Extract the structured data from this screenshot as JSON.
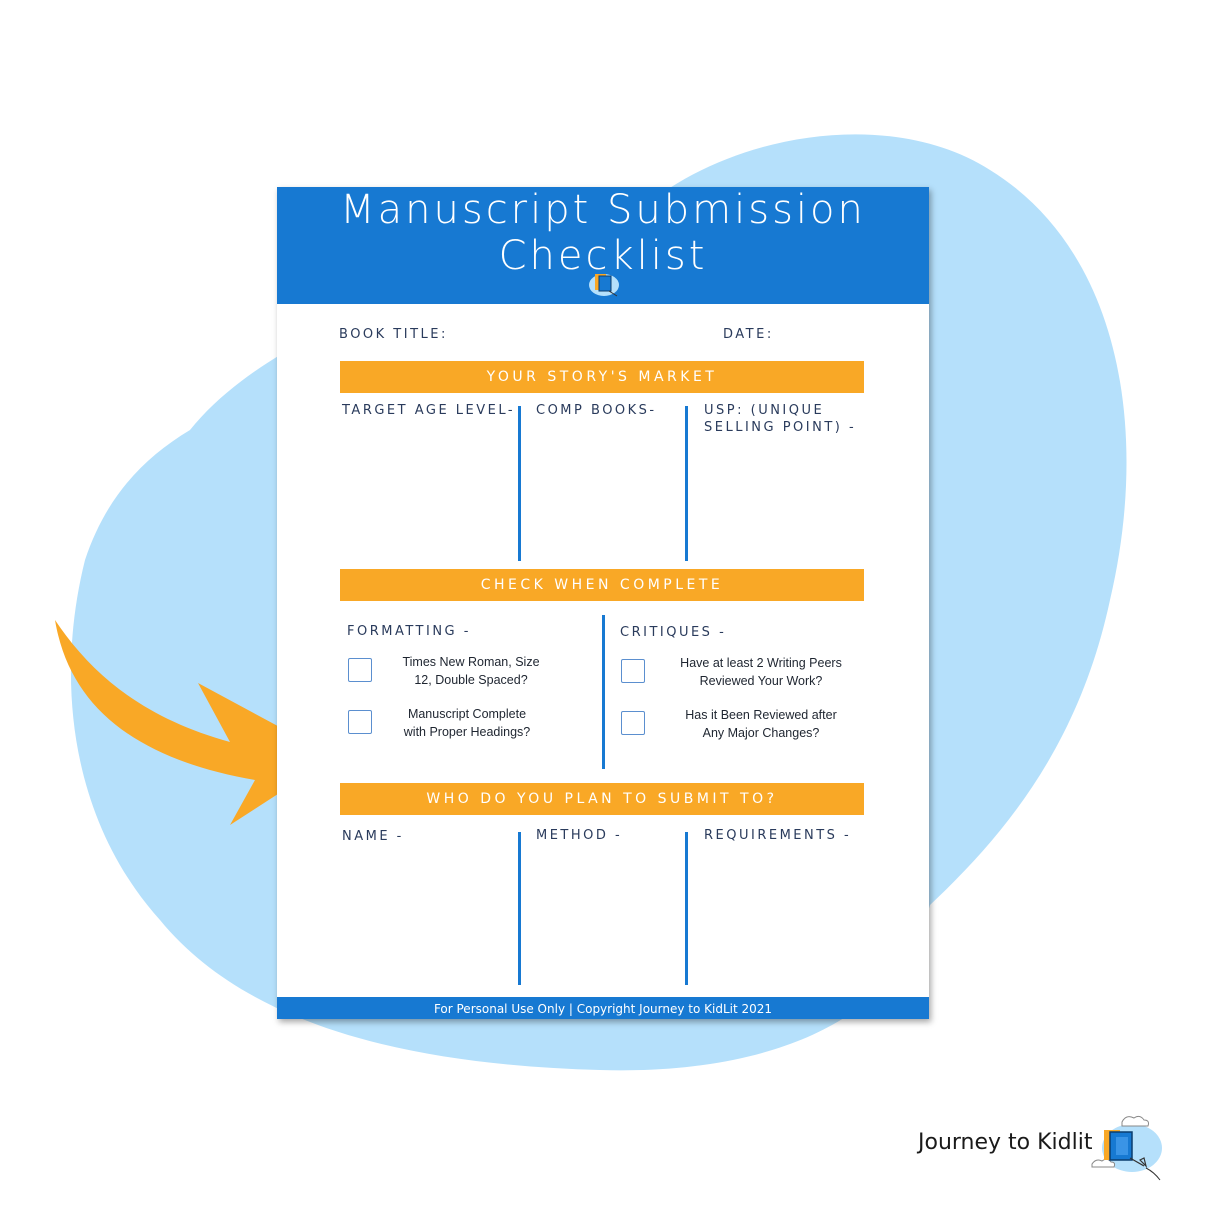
{
  "colors": {
    "blob": "#b5e0fb",
    "arrow": "#f9a826",
    "header_blue": "#1779d2",
    "bar_orange": "#f9a826"
  },
  "sheet": {
    "title_line1": "Manuscript Submission",
    "title_line2": "Checklist",
    "book_title_label": "BOOK TITLE:",
    "date_label": "DATE:",
    "market_bar": "YOUR STORY'S MARKET",
    "market_cols": {
      "target": "TARGET AGE LEVEL-",
      "comp": "COMP BOOKS-",
      "usp_line1": "USP: (UNIQUE",
      "usp_line2": "SELLING POINT) -"
    },
    "check_bar": "CHECK WHEN COMPLETE",
    "formatting_label": "FORMATTING -",
    "critiques_label": "CRITIQUES -",
    "formatting_items": [
      {
        "line1": "Times New Roman, Size",
        "line2": "12, Double Spaced?"
      },
      {
        "line1": "Manuscript Complete",
        "line2": "with Proper Headings?"
      }
    ],
    "critique_items": [
      {
        "line1": "Have at least 2 Writing Peers",
        "line2": "Reviewed Your Work?"
      },
      {
        "line1": "Has it Been Reviewed after",
        "line2": "Any Major Changes?"
      }
    ],
    "submit_bar": "WHO DO YOU PLAN TO SUBMIT TO?",
    "submit_cols": {
      "name": "NAME -",
      "method": "METHOD -",
      "requirements": "REQUIREMENTS -"
    },
    "footer": "For Personal Use Only | Copyright Journey to KidLit 2021"
  },
  "brand": {
    "text": "Journey to Kidlit",
    "logo_icon": "books-cloud-logo-icon"
  }
}
